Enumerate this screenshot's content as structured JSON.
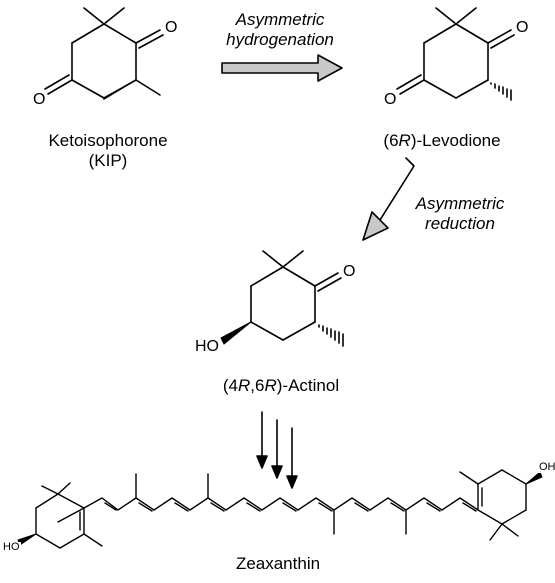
{
  "compounds": {
    "kip": {
      "name": "Ketoisophorone",
      "abbr": "(KIP)"
    },
    "levodione": {
      "prefix": "(6",
      "stereo": "R",
      "suffix": ")-Levodione"
    },
    "actinol": {
      "p1": "(4",
      "s1": "R",
      "mid": ",6",
      "s2": "R",
      "p3": ")-Actinol"
    },
    "zeaxanthin": {
      "name": "Zeaxanthin"
    }
  },
  "steps": {
    "step1": {
      "line1": "Asymmetric",
      "line2": "hydrogenation"
    },
    "step2": {
      "line1": "Asymmetric",
      "line2": "reduction"
    }
  },
  "atoms": {
    "oxygen": "O",
    "hydroxyl": "HO",
    "hydroxyl_right": "OH"
  },
  "colors": {
    "arrow_fill": "#c8c8c8",
    "line": "#000000"
  }
}
